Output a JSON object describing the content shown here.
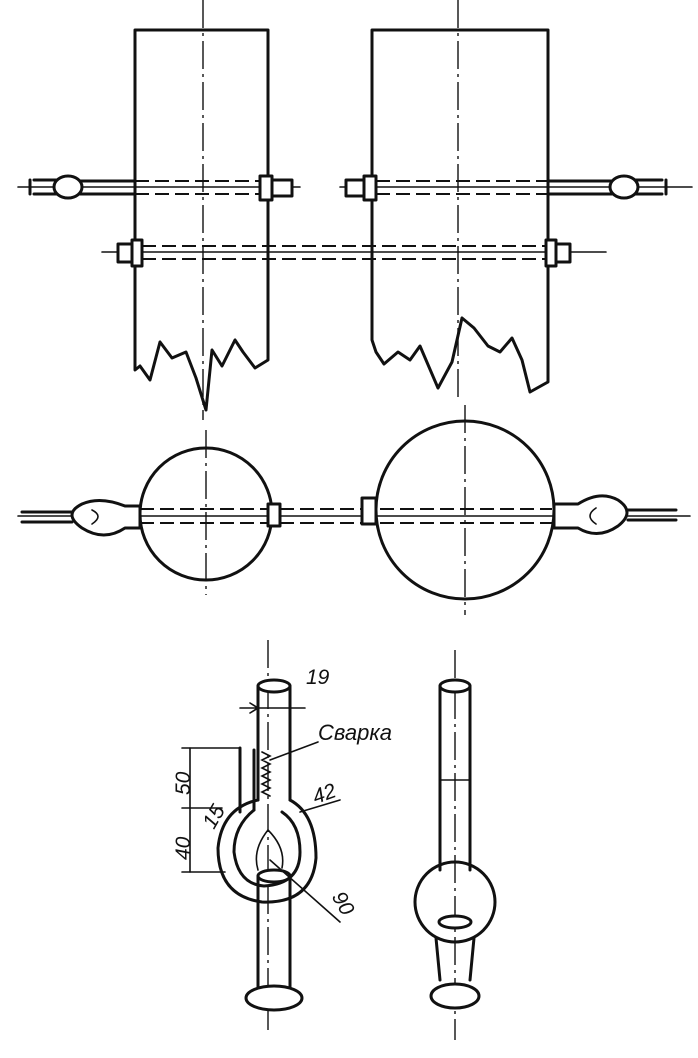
{
  "labels": {
    "weld": "Сварка",
    "dim_rod": "19",
    "dim_42": "42",
    "dim_90": "90",
    "dim_40": "40",
    "dim_50": "50",
    "dim_15": "15"
  },
  "colors": {
    "ink": "#111111",
    "paper": "#ffffff"
  }
}
